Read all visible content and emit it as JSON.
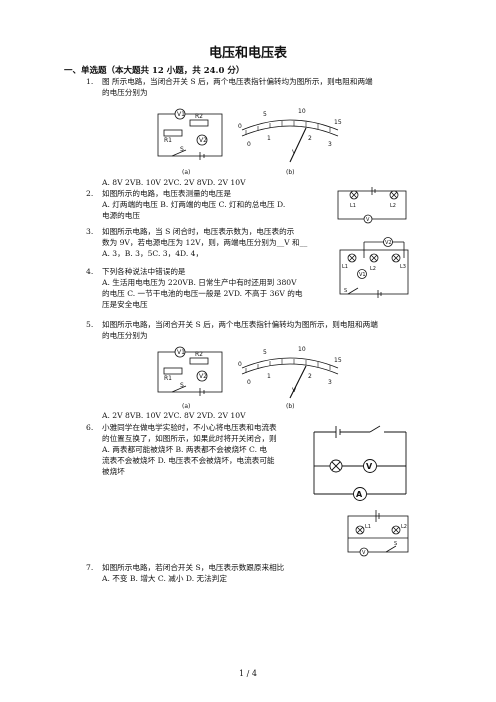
{
  "title": "电压和电压表",
  "section": "一、单选题（本大题共 12 小题，共 24.0 分）",
  "questions": [
    {
      "num": "1.",
      "lines": [
        "图 所示电路，当闭合开关 S 后，两个电压表指针偏转均为图所示，则电阻和两端",
        "的电压分别为"
      ],
      "options": "A. 8V    2VB. 10V   2VC. 2V    8VD. 2V   10V",
      "fig_a": "(a)",
      "fig_b": "(b)",
      "labels": {
        "v1": "V1",
        "v2": "V2",
        "r1": "R1",
        "r2": "R2",
        "s": "S"
      }
    },
    {
      "num": "2.",
      "lines": [
        "如图所示的电路，电压表测量的电压是",
        "A. 灯两端的电压 B. 灯两端的电压 C. 灯和的总电压 D.",
        "电源的电压"
      ]
    },
    {
      "num": "3.",
      "lines": [
        "如图所示电路，当 S 闭合时，电压表示数为，电压表的示",
        "数为 9V，若电源电压为 12V，则，两端电压分别为__V 和__",
        "A. 3，B. 3，5C. 3，4D. 4，"
      ]
    },
    {
      "num": "4.",
      "lines": [
        "下列各种说法中错误的是",
        "A. 生活用电电压为 220VB. 日常生产中有时还用到 380V",
        "的电压 C. 一节干电池的电压一般是 2VD. 不高于 36V 的电",
        "压是安全电压"
      ]
    },
    {
      "num": "5.",
      "lines": [
        "如图所示电路，当闭合开关 S 后，两个电压表指针偏转均为图所示，则电阻和两端",
        "的电压分别为"
      ],
      "options": "A. 2V  8VB. 10V  2VC. 8V  2VD. 2V  10V",
      "fig_a": "(a)",
      "fig_b": "(b)"
    },
    {
      "num": "6.",
      "lines": [
        "小雅同学在做电学实验时，不小心将电压表和电流表",
        "的位置互换了，如图所示，如果此时将开关闭合，则",
        "A. 两表都可能被烧坏 B. 两表都不会被烧坏 C. 电",
        "流表不会被烧坏 D. 电压表不会被烧坏，电流表可能",
        "被烧坏"
      ]
    },
    {
      "num": "7.",
      "lines": [
        "如图所示电路，若闭合开关 S，电压表示数跟原来相比"
      ],
      "options": "A. 不变 B. 增大 C. 减小 D. 无法判定"
    }
  ],
  "meter_scale": {
    "top": [
      "0",
      "5",
      "10",
      "15"
    ],
    "bottom": [
      "0",
      "1",
      "2",
      "3"
    ],
    "unit": "V"
  },
  "circuit_labels": {
    "q2": {
      "l1": "L1",
      "l2": "L2",
      "v": "V"
    },
    "q3": {
      "v2": "V2",
      "v1": "V1",
      "l1": "L1",
      "l2": "L2",
      "l3": "L3",
      "s": "S"
    },
    "q6": {
      "v": "V",
      "a": "A"
    },
    "q7": {
      "l1": "L1",
      "l2": "L2",
      "v": "V",
      "s": "S"
    }
  },
  "pager": "1  /  4"
}
